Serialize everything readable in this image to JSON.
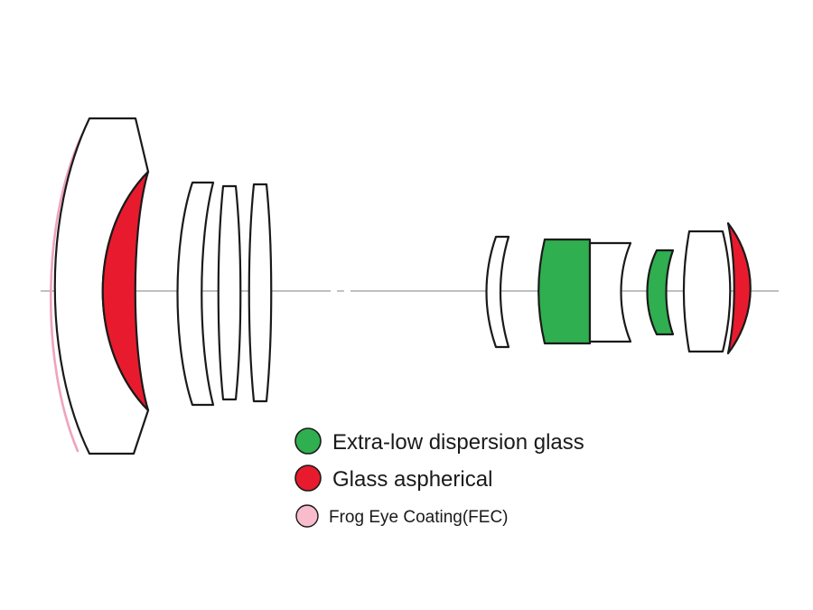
{
  "legend": {
    "items": [
      {
        "label": "Extra-low dispersion glass",
        "color": "#2faf4f"
      },
      {
        "label": "Glass aspherical",
        "color": "#e81b2e"
      },
      {
        "label": "Frog Eye Coating(FEC)",
        "color": "#f8bccd"
      }
    ]
  },
  "colors": {
    "green": "#2faf4f",
    "red": "#e81b2e",
    "pink": "#f0a4bc",
    "white": "#ffffff",
    "outline": "#1a1a1a",
    "axis": "#9a9a9a",
    "background": "#ffffff"
  }
}
